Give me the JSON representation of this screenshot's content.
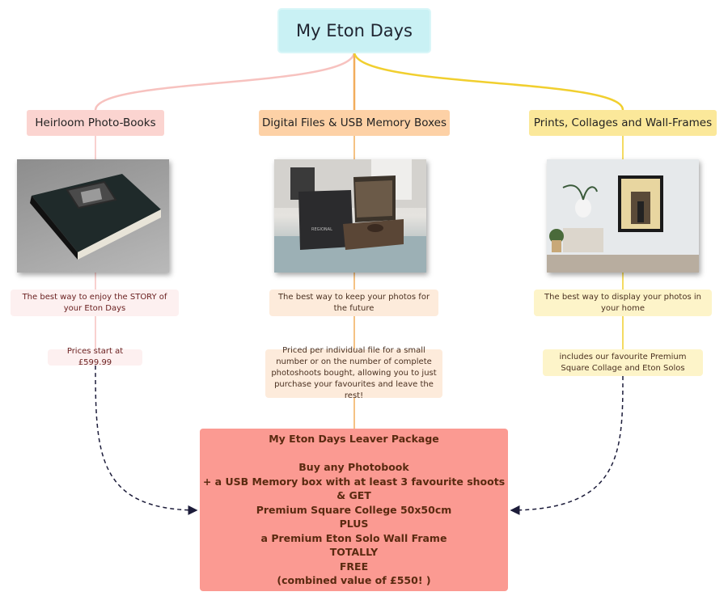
{
  "root": {
    "title": "My Eton Days"
  },
  "branches": [
    {
      "title": "Heirloom Photo-Books",
      "image": "photo-book-album-image",
      "note1": "The best way to enjoy the STORY of your Eton Days",
      "note2": "Prices start at £599.99",
      "color": "#fbd4d0"
    },
    {
      "title": "Digital Files & USB Memory Boxes",
      "image": "usb-memory-box-image",
      "note1": "The best way to keep your photos for the future",
      "note2": "Priced per individual file for a small number or on the number of complete photoshoots bought, allowing you to just purchase your favourites and leave the rest!",
      "color": "#fdd1a6"
    },
    {
      "title": "Prints, Collages and Wall-Frames",
      "image": "framed-print-image",
      "note1": "The best way to display your photos in your home",
      "note2": "includes our favourite Premium Square Collage and Eton Solos",
      "color": "#fbe89a"
    }
  ],
  "package": {
    "lines": [
      "My Eton Days Leaver Package",
      "",
      "Buy any Photobook",
      "+ a USB Memory box with at least 3 favourite shoots",
      "& GET",
      "Premium Square College 50x50cm",
      "PLUS",
      "a Premium Eton Solo Wall Frame",
      "TOTALLY",
      "FREE",
      "(combined value of £550! )"
    ],
    "color": "#fb9a92"
  },
  "colors": {
    "root": "#c9f1f4",
    "line_left": "#f7c2bf",
    "line_center": "#f2ad5b",
    "line_right": "#f1cf2f",
    "dashed_arrow": "#1c1c3a"
  }
}
